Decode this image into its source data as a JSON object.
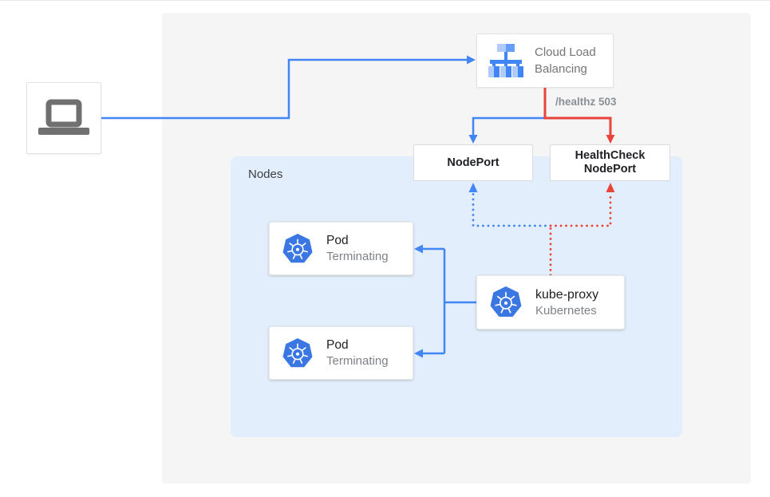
{
  "diagram": {
    "client": {
      "icon": "laptop-icon"
    },
    "load_balancer": {
      "label": "Cloud Load Balancing",
      "icon": "load-balancer-icon"
    },
    "healthz": {
      "label": "/healthz 503"
    },
    "nodeport": {
      "label": "NodePort"
    },
    "healthcheck_nodeport": {
      "label": "HealthCheck\nNodePort"
    },
    "nodes_group": {
      "label": "Nodes"
    },
    "pods": [
      {
        "title": "Pod",
        "subtitle": "Terminating",
        "icon": "kubernetes-icon"
      },
      {
        "title": "Pod",
        "subtitle": "Terminating",
        "icon": "kubernetes-icon"
      }
    ],
    "kube_proxy": {
      "title": "kube-proxy",
      "subtitle": "Kubernetes",
      "icon": "kubernetes-icon"
    },
    "colors": {
      "flow_blue": "#4285f4",
      "flow_red": "#e8443a",
      "kubernetes_blue": "#3b77e3",
      "icon_light_blue": "#aecbfa",
      "icon_mid_blue": "#669df6",
      "panel_gray": "#f5f5f6",
      "nodes_background": "#e2eefb",
      "laptop_gray": "#707070",
      "muted_text": "#757575"
    }
  }
}
